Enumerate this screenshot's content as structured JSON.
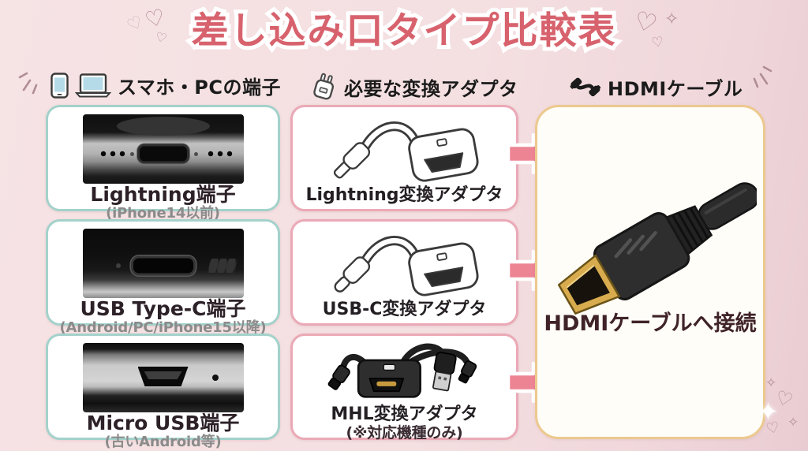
{
  "title": "差し込み口タイプ比較表",
  "columns": [
    {
      "label": "スマホ・PCの端子",
      "icons": [
        "smartphone-icon",
        "laptop-icon"
      ]
    },
    {
      "label": "必要な変換アダプタ",
      "icons": [
        "power-adapter-icon"
      ]
    },
    {
      "label": "HDMIケーブル",
      "icons": [
        "hdmi-cable-icon"
      ]
    }
  ],
  "rows": [
    {
      "device": {
        "label": "Lightning端子",
        "note": "(iPhone14以前)",
        "image": "iphone-lightning-port-photo"
      },
      "adapter": {
        "label": "Lightning変換アダプタ",
        "image": "lightning-hdmi-adapter-illustration"
      }
    },
    {
      "device": {
        "label": "USB Type-C端子",
        "note": "(Android/PC/iPhone15以降)",
        "image": "usb-c-port-photo"
      },
      "adapter": {
        "label": "USB-C変換アダプタ",
        "image": "usb-c-hdmi-adapter-illustration"
      }
    },
    {
      "device": {
        "label": "Micro USB端子",
        "note": "(古いAndroid等)",
        "image": "micro-usb-port-photo"
      },
      "adapter": {
        "label": "MHL変換アダプタ",
        "note": "(※対応機種のみ)",
        "image": "mhl-adapter-illustration"
      }
    }
  ],
  "hdmi_panel": {
    "label": "HDMIケーブルへ接続",
    "image": "hdmi-plug-illustration"
  },
  "decorations": {
    "heart_glyph": "♡",
    "sparkle_glyph": "✧",
    "sparkle_filled_glyph": "✦"
  },
  "colors": {
    "background": "#f4e0e1",
    "title": "#d7626d",
    "device_card_border": "#a3d2cb",
    "adapter_card_border": "#eba9b6",
    "hdmi_panel_border": "#ecc98e",
    "arrow": "#ec8494",
    "note_text": "#8b8b8b",
    "doodle": "#b68f9a"
  }
}
